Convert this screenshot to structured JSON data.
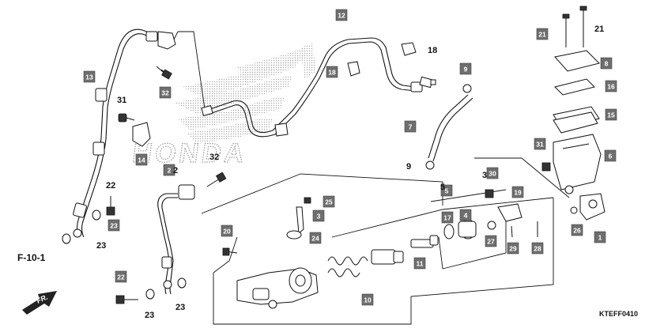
{
  "watermark": {
    "text": "HONDA"
  },
  "ref_label": "F-10-1",
  "diagram_code": "KTEFF0410",
  "direction": "FR.",
  "callouts": [
    {
      "label": "12",
      "name": "callout-12"
    },
    {
      "label": "13",
      "name": "callout-13"
    },
    {
      "label": "32",
      "name": "callout-32-top"
    },
    {
      "label": "18",
      "name": "callout-18-a"
    },
    {
      "label": "14",
      "name": "callout-14"
    },
    {
      "label": "2",
      "name": "callout-2"
    },
    {
      "label": "23",
      "name": "callout-23-left"
    },
    {
      "label": "9",
      "name": "callout-9-top"
    },
    {
      "label": "7",
      "name": "callout-7"
    },
    {
      "label": "21",
      "name": "callout-21"
    },
    {
      "label": "8",
      "name": "callout-8"
    },
    {
      "label": "16",
      "name": "callout-16"
    },
    {
      "label": "15",
      "name": "callout-15"
    },
    {
      "label": "6",
      "name": "callout-6"
    },
    {
      "label": "31",
      "name": "callout-31-right"
    },
    {
      "label": "1",
      "name": "callout-1"
    },
    {
      "label": "26",
      "name": "callout-26"
    },
    {
      "label": "28",
      "name": "callout-28"
    },
    {
      "label": "29",
      "name": "callout-29"
    },
    {
      "label": "27",
      "name": "callout-27"
    },
    {
      "label": "19",
      "name": "callout-19"
    },
    {
      "label": "30",
      "name": "callout-30"
    },
    {
      "label": "5",
      "name": "callout-5"
    },
    {
      "label": "17",
      "name": "callout-17"
    },
    {
      "label": "4",
      "name": "callout-4"
    },
    {
      "label": "11",
      "name": "callout-11"
    },
    {
      "label": "10",
      "name": "callout-10"
    },
    {
      "label": "25",
      "name": "callout-25"
    },
    {
      "label": "3",
      "name": "callout-3"
    },
    {
      "label": "24",
      "name": "callout-24"
    },
    {
      "label": "20",
      "name": "callout-20"
    },
    {
      "label": "22",
      "name": "callout-22-bottom"
    }
  ],
  "plain_labels": [
    {
      "label": "18",
      "name": "label-18-top"
    },
    {
      "label": "31",
      "name": "label-31-left"
    },
    {
      "label": "32",
      "name": "label-32-mid"
    },
    {
      "label": "22",
      "name": "label-22-left"
    },
    {
      "label": "23",
      "name": "label-23-left-bottom"
    },
    {
      "label": "9",
      "name": "label-9-mid"
    },
    {
      "label": "21",
      "name": "label-21-top"
    },
    {
      "label": "23",
      "name": "label-23-bottom-a"
    },
    {
      "label": "23",
      "name": "label-23-bottom-b"
    },
    {
      "label": "2",
      "name": "label-2-fragment"
    },
    {
      "label": "3",
      "name": "label-3-fragment"
    },
    {
      "label": "5",
      "name": "label-5-fragment"
    }
  ]
}
